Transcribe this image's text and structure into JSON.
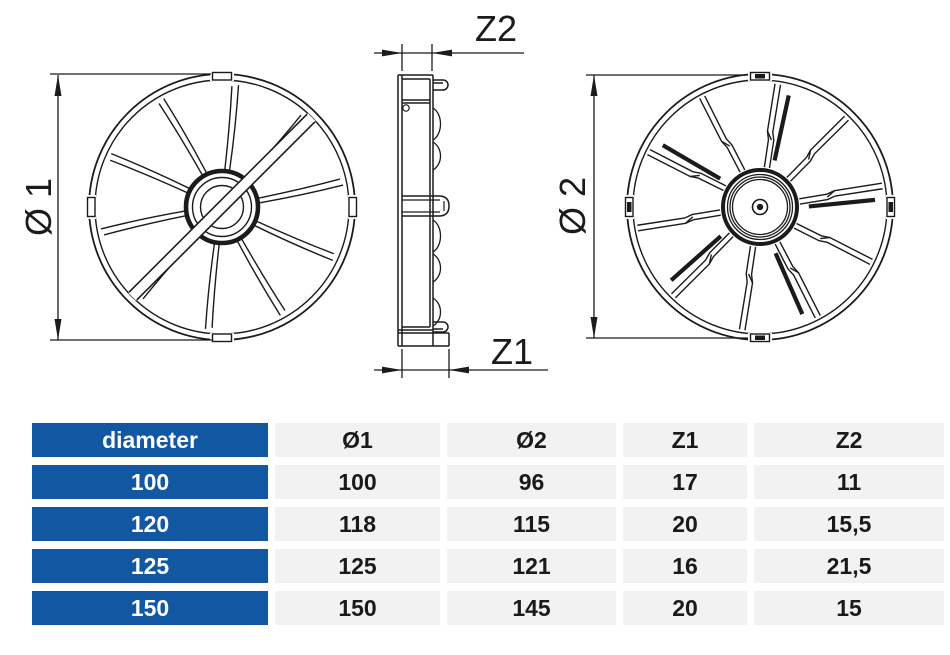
{
  "diagram": {
    "front_view_label": "Ø 1",
    "rear_view_label": "Ø 2",
    "side_view_top_label": "Z2",
    "side_view_bottom_label": "Z1",
    "line_color": "#1b1b1b"
  },
  "table": {
    "columns": [
      "diameter",
      "Ø1",
      "Ø2",
      "Z1",
      "Z2"
    ],
    "rows": [
      [
        "100",
        "100",
        "96",
        "17",
        "11"
      ],
      [
        "120",
        "118",
        "115",
        "20",
        "15,5"
      ],
      [
        "125",
        "125",
        "121",
        "16",
        "21,5"
      ],
      [
        "150",
        "150",
        "145",
        "20",
        "15"
      ]
    ],
    "colors": {
      "header_col_bg": "#1257a2",
      "cell_bg": "#f2f2f2",
      "header_text": "#ffffff",
      "cell_text": "#1a1a1a"
    }
  }
}
